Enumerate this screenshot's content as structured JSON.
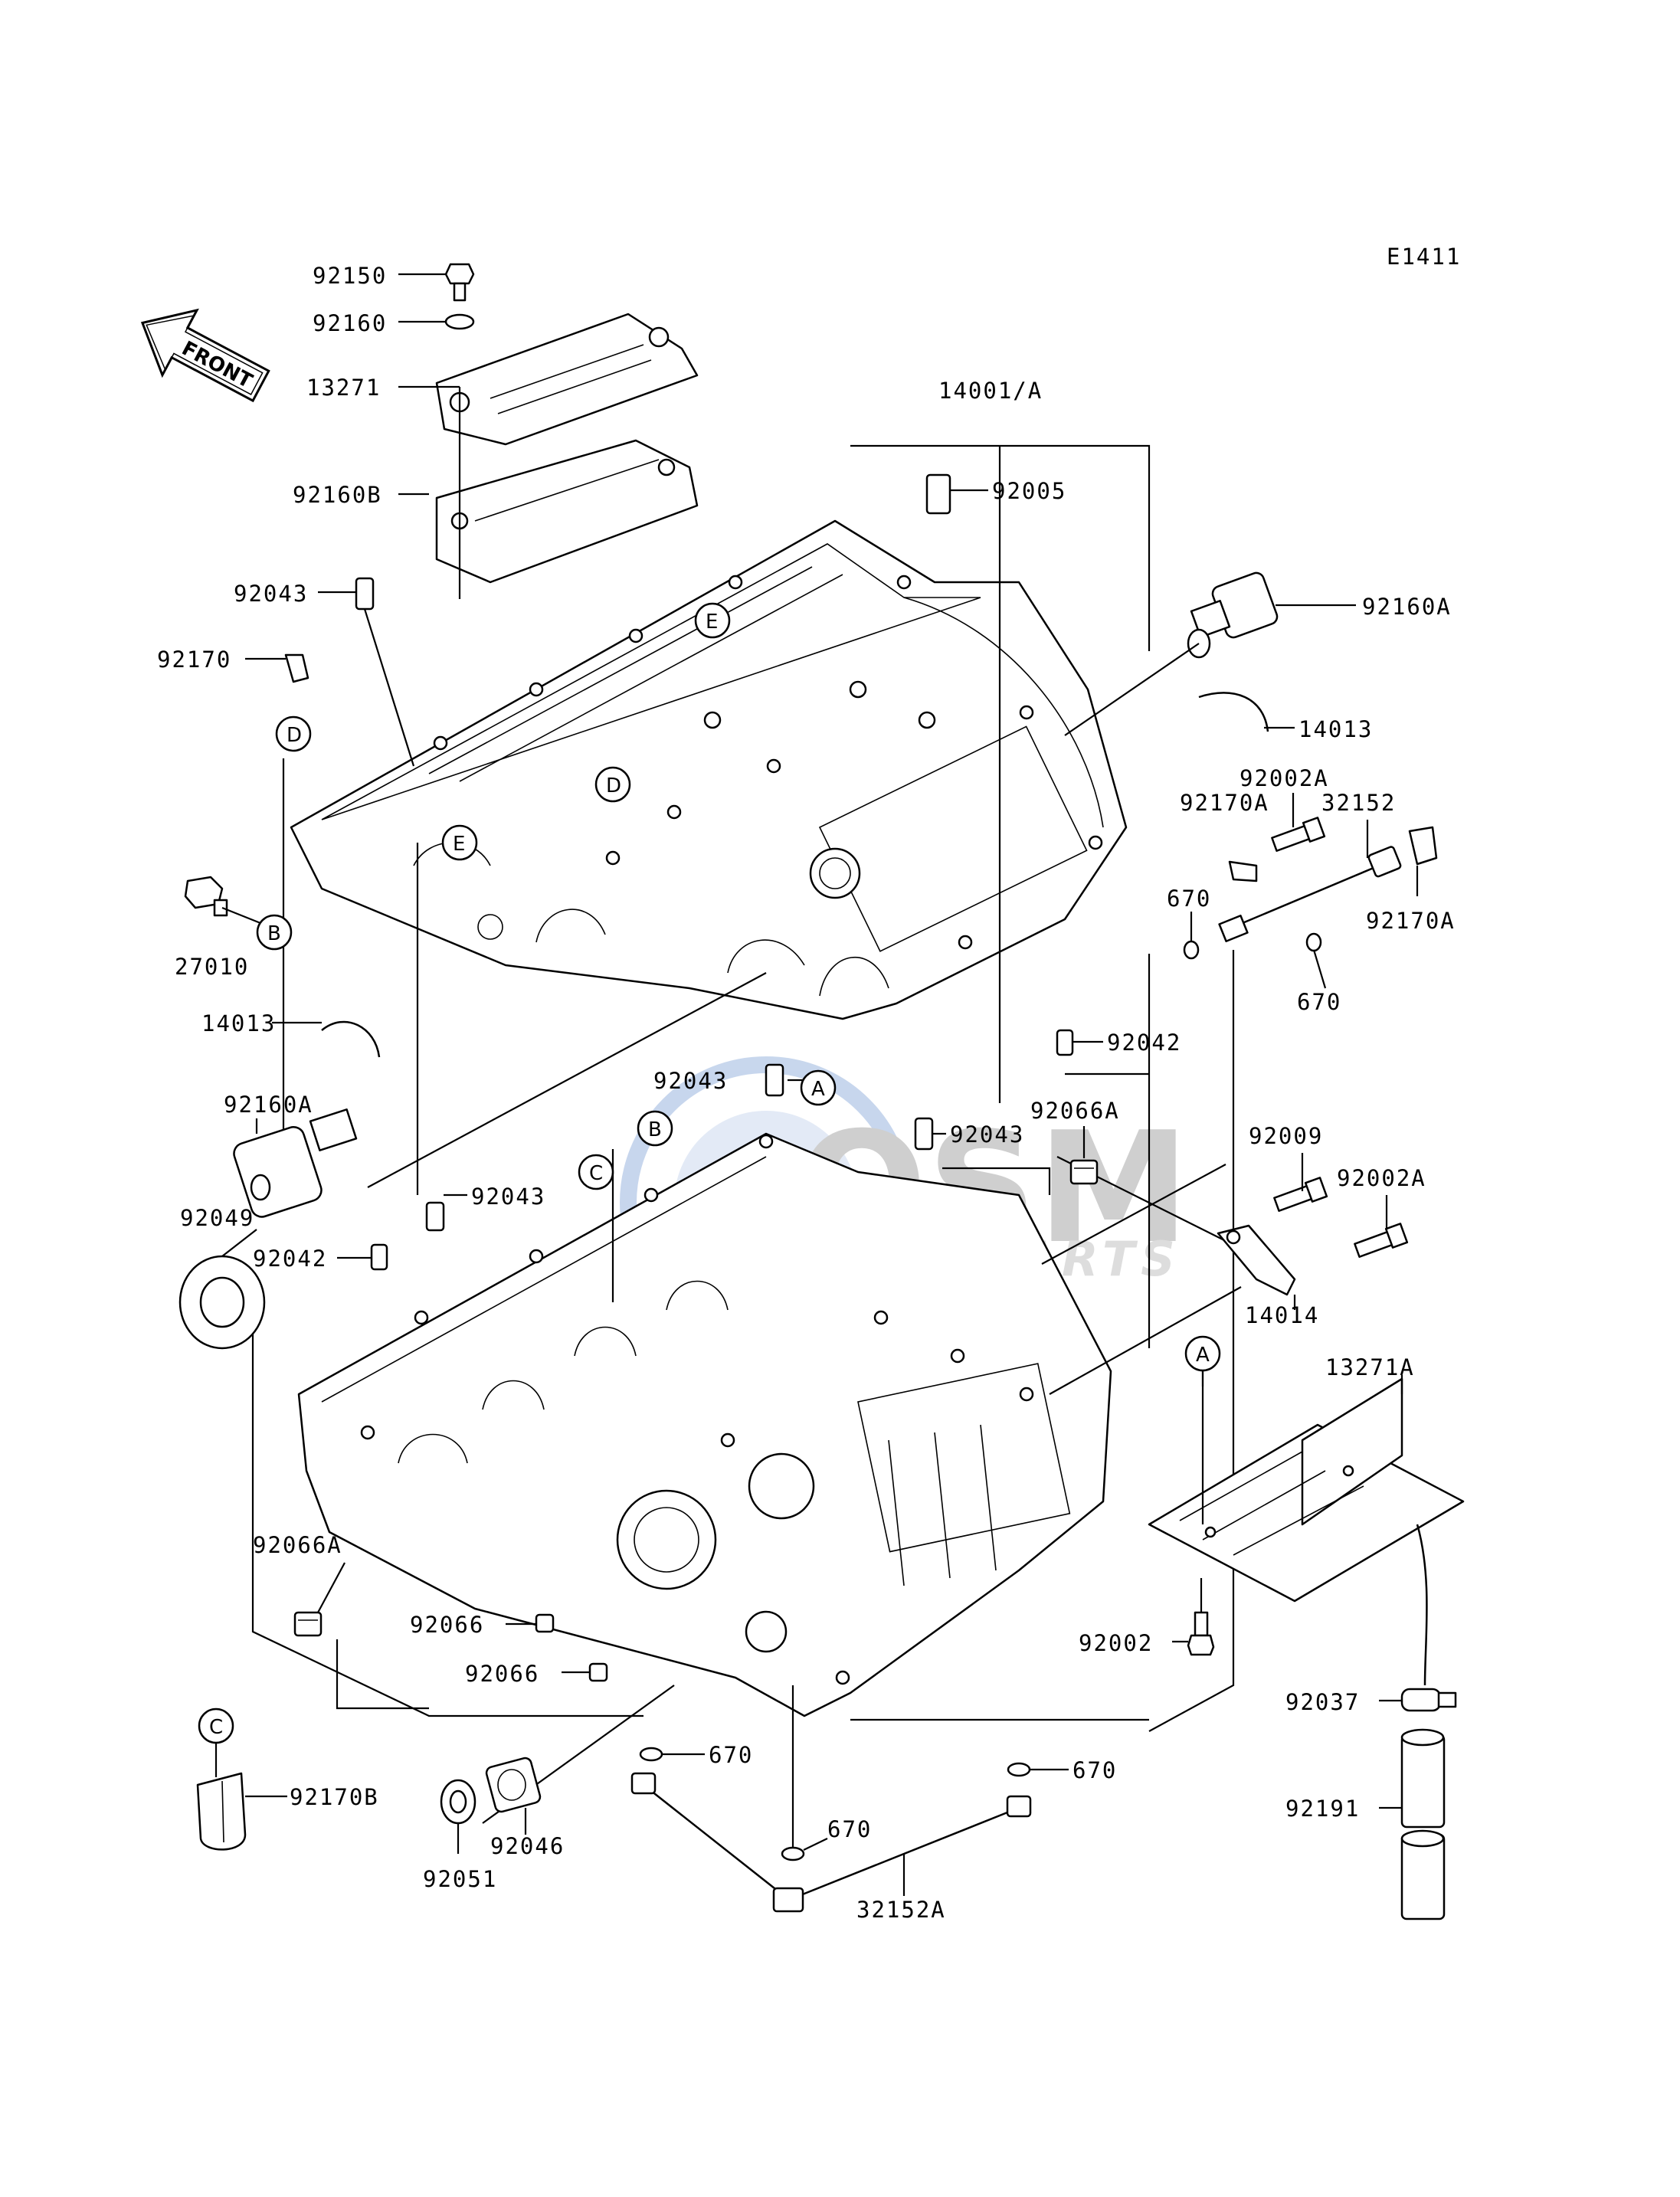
{
  "diagram_code": "E1411",
  "front_arrow": "FRONT",
  "watermark": {
    "logo": "OSM",
    "tagline": "MOTORPARTS"
  },
  "parts": {
    "p92150": "92150",
    "p92160": "92160",
    "p13271": "13271",
    "p14001A": "14001/A",
    "p92005": "92005",
    "p92160B": "92160B",
    "p92043_a": "92043",
    "p92160A_r": "92160A",
    "p92170": "92170",
    "p14013_r": "14013",
    "p92002A_r": "92002A",
    "p92170A_l": "92170A",
    "p32152": "32152",
    "p670_a": "670",
    "p92170A_r": "92170A",
    "p27010": "27010",
    "p670_b": "670",
    "p14013_l": "14013",
    "p92042_r": "92042",
    "p92043_b": "92043",
    "p92066A_r": "92066A",
    "p92160A_l": "92160A",
    "p92043_c": "92043",
    "p92009": "92009",
    "p92002A_r2": "92002A",
    "p92043_d": "92043",
    "p92049": "92049",
    "p92042_l": "92042",
    "p14014": "14014",
    "p13271A": "13271A",
    "p92066A_l": "92066A",
    "p92066_a": "92066",
    "p92002": "92002",
    "p92066_b": "92066",
    "p92037": "92037",
    "p670_c": "670",
    "p670_d": "670",
    "p92170B": "92170B",
    "p670_e": "670",
    "p92191": "92191",
    "p92046": "92046",
    "p92051": "92051",
    "p32152A": "32152A"
  },
  "refs": {
    "E1": "E",
    "E2": "E",
    "D1": "D",
    "D2": "D",
    "B1": "B",
    "A1": "A",
    "B2": "B",
    "C1": "C",
    "A2": "A",
    "C2": "C"
  }
}
